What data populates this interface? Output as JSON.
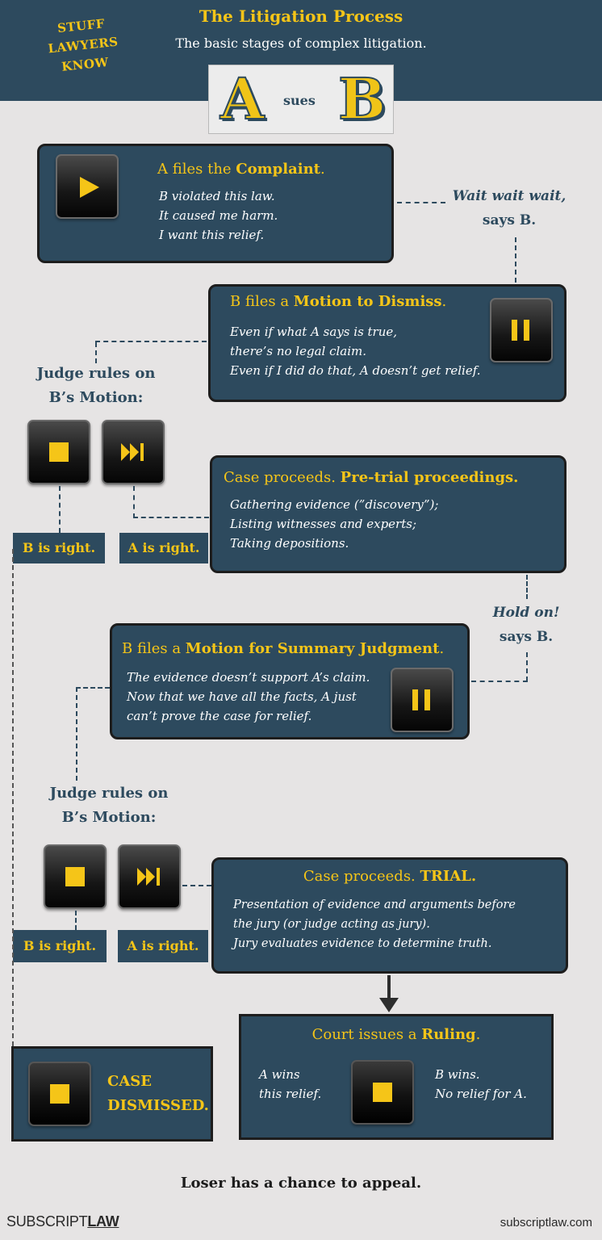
{
  "header": {
    "badge_line1": "STUFF",
    "badge_line2": "LAWYERS",
    "badge_line3": "KNOW",
    "title": "The Litigation Process",
    "subtitle": "The basic stages of complex litigation."
  },
  "parties": {
    "a": "A",
    "verb": "sues",
    "b": "B"
  },
  "complaint": {
    "title_pre": "A files the ",
    "title_bold": "Complaint",
    "title_post": ".",
    "lines": [
      "B violated this law.",
      "It caused me harm.",
      "I want this relief."
    ]
  },
  "wait_note": {
    "line1": "Wait wait wait,",
    "line2": "says B."
  },
  "motion_dismiss": {
    "title_pre": "B files a ",
    "title_bold": "Motion to Dismiss",
    "title_post": ".",
    "lines": [
      "Even if what A says is true,",
      "there’s no legal claim.",
      "Even if I did do that, A doesn’t get relief."
    ]
  },
  "judge_rules_1": {
    "line1": "Judge rules on",
    "line2": "B’s Motion:"
  },
  "outcome_labels": {
    "b_right": "B is right.",
    "a_right": "A is right."
  },
  "pretrial": {
    "title_pre": "Case proceeds. ",
    "title_bold": "Pre-trial proceedings.",
    "lines": [
      "Gathering evidence (”discovery”);",
      "Listing witnesses and experts;",
      "Taking depositions."
    ]
  },
  "hold_note": {
    "line1": "Hold on!",
    "line2": "says B."
  },
  "summary_judgment": {
    "title_pre": "B files a ",
    "title_bold": "Motion for Summary Judgment",
    "title_post": ".",
    "lines": [
      "The evidence doesn’t support A’s claim.",
      "Now that we have all the facts, A just",
      "can’t prove the case for relief."
    ]
  },
  "judge_rules_2": {
    "line1": "Judge rules on",
    "line2": "B’s Motion:"
  },
  "trial": {
    "title_pre": "Case proceeds. ",
    "title_bold": "TRIAL.",
    "lines": [
      "Presentation of evidence and arguments before",
      "the jury (or judge acting as jury).",
      "Jury evaluates evidence to determine truth."
    ]
  },
  "ruling": {
    "title_pre": "Court issues a ",
    "title_bold": "Ruling",
    "title_post": ".",
    "a_line1": "A wins",
    "a_line2": "this relief.",
    "b_line1": "B wins.",
    "b_line2": "No relief for A."
  },
  "dismissed": {
    "line1": "CASE",
    "line2": "DISMISSED."
  },
  "footer": {
    "appeal": "Loser has a chance to appeal.",
    "brand_pre": "SUBSCRIPT",
    "brand_bold": "LAW",
    "site": "subscriptlaw.com"
  },
  "icons": [
    "play-icon",
    "pause-icon",
    "stop-icon",
    "fast-forward-icon",
    "arrow-down-icon"
  ],
  "colors": {
    "navy": "#2d4a5e",
    "gold": "#f5c518",
    "background": "#e6e4e4"
  }
}
